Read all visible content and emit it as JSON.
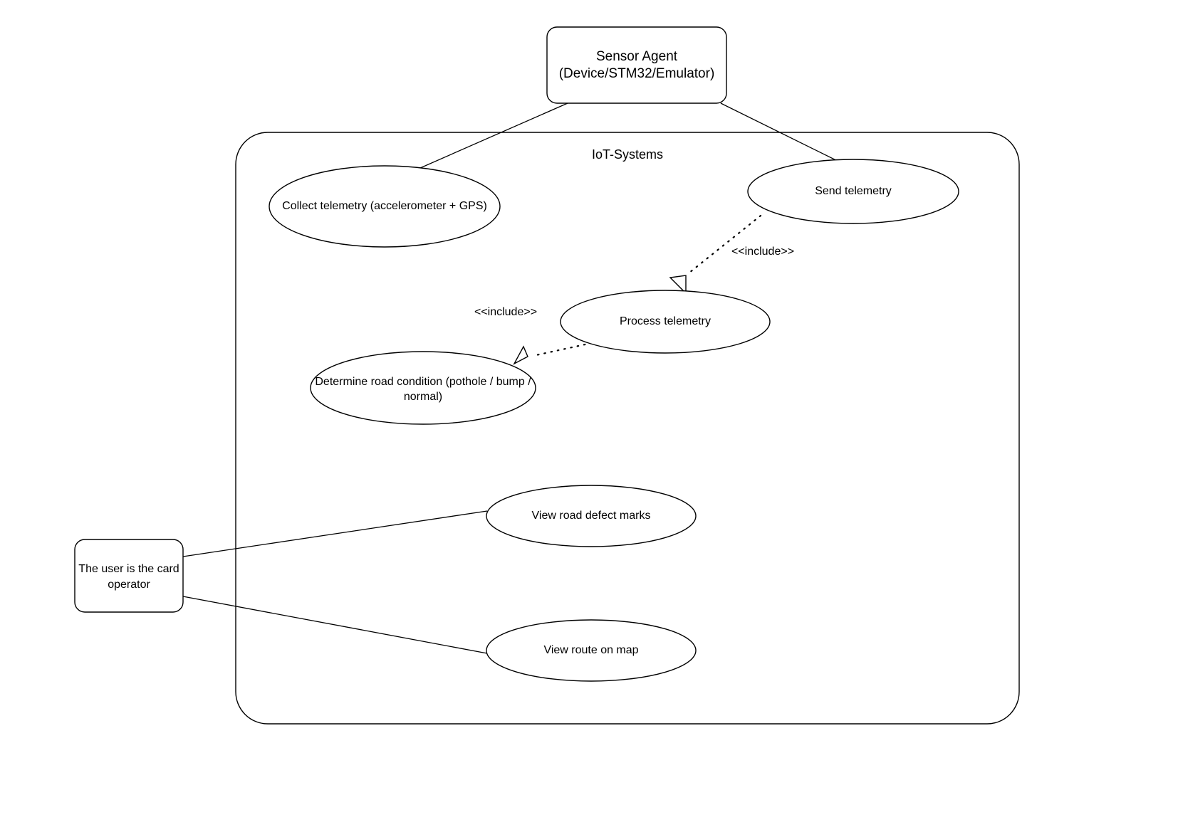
{
  "diagram": {
    "type": "uml-use-case-diagram",
    "background_color": "#ffffff",
    "stroke_color": "#000000",
    "boundary": {
      "label": "IoT-Systems"
    },
    "actors": [
      {
        "id": "sensor-agent",
        "line1": "Sensor Agent",
        "line2": "(Device/STM32/Emulator)"
      },
      {
        "id": "card-operator",
        "line1": "The user is the card",
        "line2": "operator"
      }
    ],
    "use_cases": [
      {
        "id": "collect-telemetry",
        "line1": "Collect telemetry (accelerometer + GPS)",
        "line2": ""
      },
      {
        "id": "send-telemetry",
        "line1": "Send telemetry",
        "line2": ""
      },
      {
        "id": "process-telemetry",
        "line1": "Process telemetry",
        "line2": ""
      },
      {
        "id": "determine-road-condition",
        "line1": "Determine road condition (pothole / bump /",
        "line2": "normal)"
      },
      {
        "id": "view-road-defect-marks",
        "line1": "View road defect marks",
        "line2": ""
      },
      {
        "id": "view-route-on-map",
        "line1": "View route on map",
        "line2": ""
      }
    ],
    "relationships": [
      {
        "id": "include-send-to-process",
        "from": "send-telemetry",
        "to": "process-telemetry",
        "stereotype": "<<include>>"
      },
      {
        "id": "include-process-to-determine",
        "from": "process-telemetry",
        "to": "determine-road-condition",
        "stereotype": "<<include>>"
      }
    ],
    "associations": [
      {
        "from": "sensor-agent",
        "to": "collect-telemetry"
      },
      {
        "from": "sensor-agent",
        "to": "send-telemetry"
      },
      {
        "from": "card-operator",
        "to": "view-road-defect-marks"
      },
      {
        "from": "card-operator",
        "to": "view-route-on-map"
      }
    ]
  }
}
